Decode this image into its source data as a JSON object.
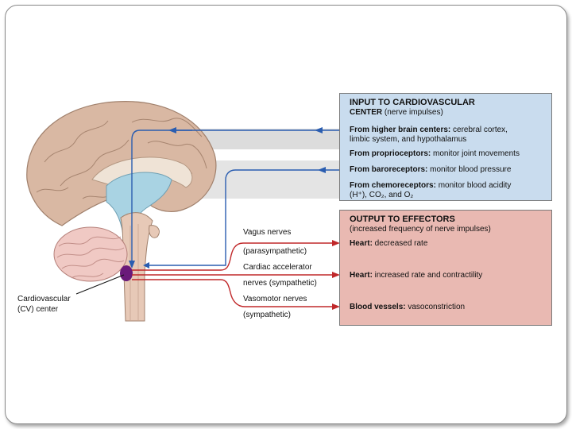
{
  "colors": {
    "input_panel": "#c9dcee",
    "output_panel": "#e9b9b2",
    "input_arrow": "#2a5db0",
    "output_arrow": "#c0282a",
    "cv_center": "#6a1a7a"
  },
  "input_panel": {
    "title_line1": "INPUT TO CARDIOVASCULAR",
    "title_line2_bold": "CENTER",
    "title_line2_rest": " (nerve impulses)",
    "items": [
      {
        "bold": "From higher brain centers:",
        "text": " cerebral cortex,",
        "text2": "limbic system, and hypothalamus"
      },
      {
        "bold": "From proprioceptors:",
        "text": " monitor joint movements"
      },
      {
        "bold": "From baroreceptors:",
        "text": " monitor blood pressure"
      },
      {
        "bold": "From chemoreceptors:",
        "text": " monitor blood acidity",
        "text2": "(H⁺), CO₂, and O₂"
      }
    ]
  },
  "output_panel": {
    "title": "OUTPUT TO EFFECTORS",
    "subtitle": "(increased frequency of nerve impulses)",
    "items": [
      {
        "bold": "Heart:",
        "text": " decreased rate"
      },
      {
        "bold": "Heart:",
        "text": " increased rate and contractility"
      },
      {
        "bold": "Blood vessels:",
        "text": " vasoconstriction"
      }
    ]
  },
  "nerves": [
    {
      "line1": "Vagus nerves",
      "line2": "(parasympathetic)"
    },
    {
      "line1": "Cardiac accelerator",
      "line2": "nerves (sympathetic)"
    },
    {
      "line1": "Vasomotor nerves",
      "line2": "(sympathetic)"
    }
  ],
  "cv_center_label": {
    "line1": "Cardiovascular",
    "line2": "(CV) center"
  }
}
